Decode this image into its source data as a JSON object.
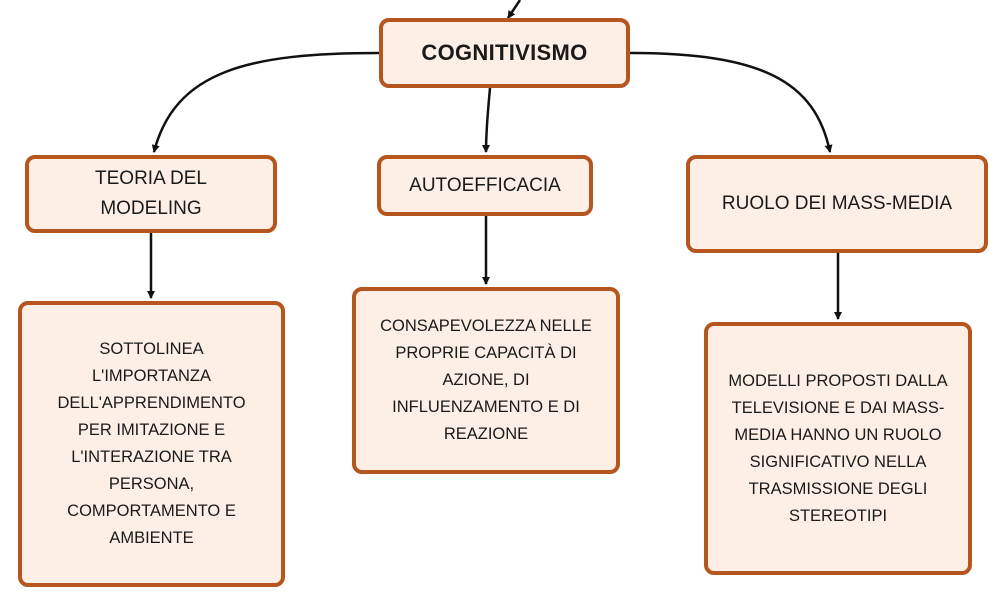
{
  "diagram": {
    "root": {
      "label": "COGNITIVISMO"
    },
    "branches": [
      {
        "label": "TEORIA DEL\nMODELING",
        "detail": "SOTTOLINEA\nL'IMPORTANZA\nDELL'APPRENDIMENTO\nPER IMITAZIONE E\nL'INTERAZIONE TRA\nPERSONA,\nCOMPORTAMENTO E\nAMBIENTE"
      },
      {
        "label": "AUTOEFFICACIA",
        "detail": "CONSAPEVOLEZZA NELLE\nPROPRIE CAPACITÀ DI\nAZIONE, DI\nINFLUENZAMENTO E DI\nREAZIONE"
      },
      {
        "label": "RUOLO DEI MASS-MEDIA",
        "detail": "MODELLI PROPOSTI DALLA\nTELEVISIONE E DAI MASS-\nMEDIA HANNO UN RUOLO\nSIGNIFICATIVO NELLA\nTRASMISSIONE DEGLI\nSTEREOTIPI"
      }
    ]
  },
  "colors": {
    "node_fill": "#fdeee6",
    "node_border": "#b5561f",
    "connector": "#111111"
  }
}
